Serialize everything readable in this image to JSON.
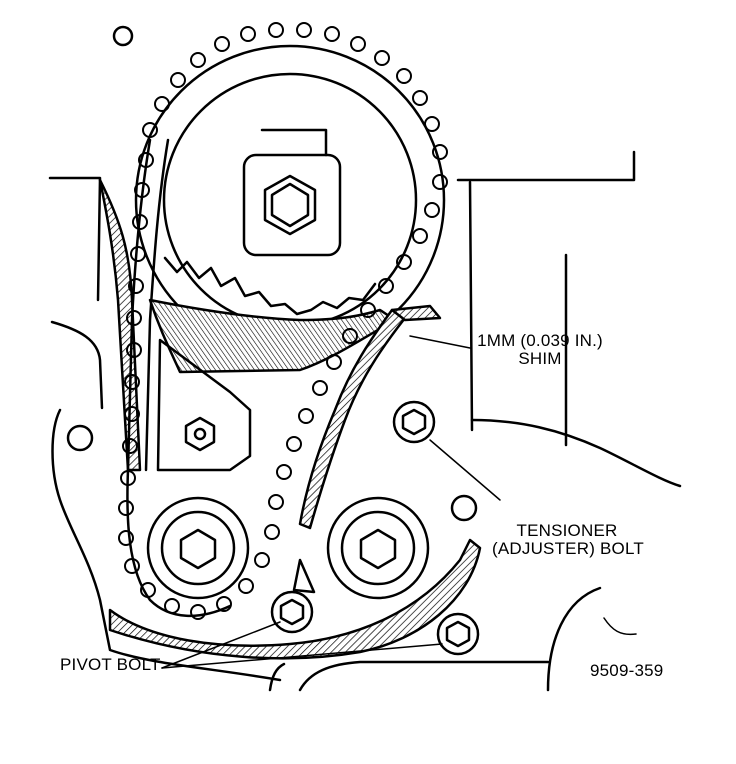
{
  "figure": {
    "callouts": {
      "shim_line1": "1MM (0.039 IN.)",
      "shim_line2": "SHIM",
      "tensioner_line1": "TENSIONER",
      "tensioner_line2": "(ADJUSTER) BOLT",
      "pivot": "PIVOT BOLT"
    },
    "figure_number": "9509-359",
    "colors": {
      "ink": "#000000",
      "paper": "#ffffff"
    }
  }
}
